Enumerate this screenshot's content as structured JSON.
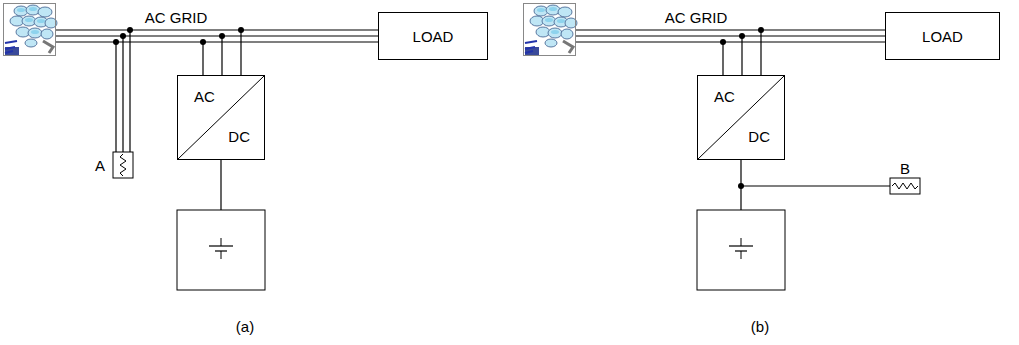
{
  "diagram": {
    "nodes": [
      {
        "text": [
          "LOAD"
        ]
      },
      {
        "text": [
          "AC",
          "DC"
        ]
      },
      {
        "text": [
          "LOAD"
        ]
      },
      {
        "text": [
          "AC",
          "DC"
        ]
      }
    ],
    "labels": [
      "AC GRID",
      "A",
      "(a)",
      "AC GRID",
      "B",
      "(b)"
    ]
  }
}
